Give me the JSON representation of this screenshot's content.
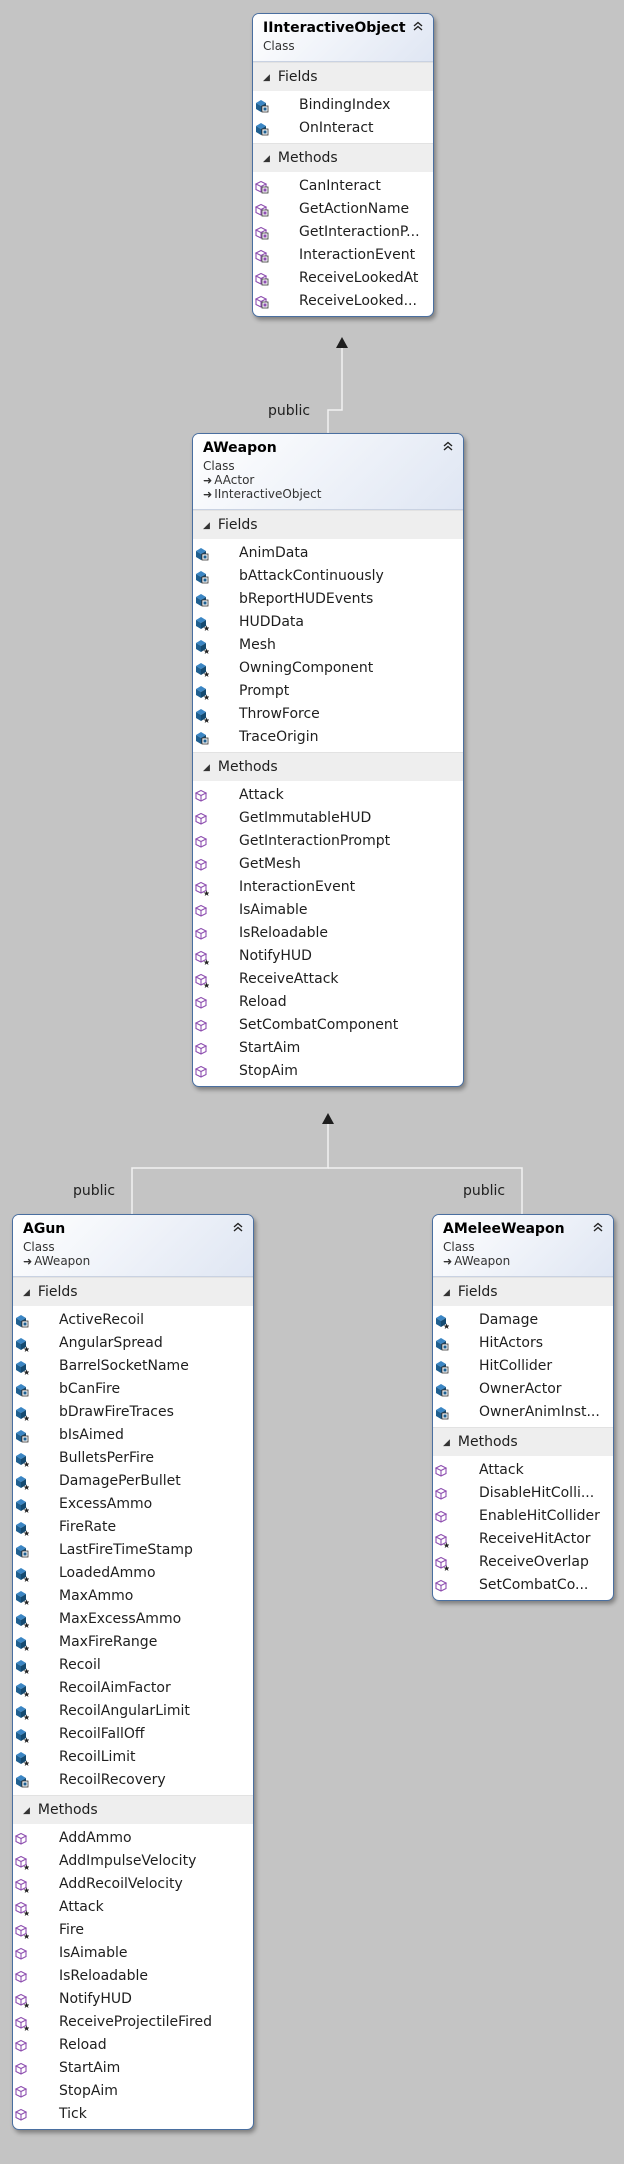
{
  "colors": {
    "background": "#c4c4c4",
    "box_border": "#4a6fa0",
    "field_icon": "#1f5f8f",
    "method_icon": "#8e4fb0",
    "connector": "#f2f2f2"
  },
  "relationships": [
    {
      "from": "AWeapon",
      "to": "IInteractiveObject",
      "label": "public"
    },
    {
      "from": "AGun",
      "to": "AWeapon",
      "label": "public"
    },
    {
      "from": "AMeleeWeapon",
      "to": "AWeapon",
      "label": "public"
    }
  ],
  "classes": {
    "iinteractive": {
      "name": "IInteractiveObject",
      "kind": "Class",
      "bases": [],
      "fields_label": "Fields",
      "methods_label": "Methods",
      "fields": [
        {
          "name": "BindingIndex",
          "icon": "field-icon",
          "access": "protected"
        },
        {
          "name": "OnInteract",
          "icon": "field-icon",
          "access": "protected"
        }
      ],
      "methods": [
        {
          "name": "CanInteract",
          "icon": "method-icon",
          "access": "protected"
        },
        {
          "name": "GetActionName",
          "icon": "method-icon",
          "access": "protected"
        },
        {
          "name": "GetInteractionP...",
          "icon": "method-icon",
          "access": "protected"
        },
        {
          "name": "InteractionEvent",
          "icon": "method-icon",
          "access": "protected"
        },
        {
          "name": "ReceiveLookedAt",
          "icon": "method-icon",
          "access": "protected"
        },
        {
          "name": "ReceiveLooked...",
          "icon": "method-icon",
          "access": "protected"
        }
      ]
    },
    "aweapon": {
      "name": "AWeapon",
      "kind": "Class",
      "bases": [
        "AActor",
        "IInteractiveObject"
      ],
      "fields_label": "Fields",
      "methods_label": "Methods",
      "fields": [
        {
          "name": "AnimData",
          "icon": "field-icon",
          "access": "protected"
        },
        {
          "name": "bAttackContinuously",
          "icon": "field-icon",
          "access": "protected"
        },
        {
          "name": "bReportHUDEvents",
          "icon": "field-icon",
          "access": "protected"
        },
        {
          "name": "HUDData",
          "icon": "field-icon",
          "access": "star"
        },
        {
          "name": "Mesh",
          "icon": "field-icon",
          "access": "star"
        },
        {
          "name": "OwningComponent",
          "icon": "field-icon",
          "access": "star"
        },
        {
          "name": "Prompt",
          "icon": "field-icon",
          "access": "star"
        },
        {
          "name": "ThrowForce",
          "icon": "field-icon",
          "access": "star"
        },
        {
          "name": "TraceOrigin",
          "icon": "field-icon",
          "access": "protected"
        }
      ],
      "methods": [
        {
          "name": "Attack",
          "icon": "method-icon",
          "access": "public"
        },
        {
          "name": "GetImmutableHUD",
          "icon": "method-icon",
          "access": "public"
        },
        {
          "name": "GetInteractionPrompt",
          "icon": "method-icon",
          "access": "public"
        },
        {
          "name": "GetMesh",
          "icon": "method-icon",
          "access": "public"
        },
        {
          "name": "InteractionEvent",
          "icon": "method-icon",
          "access": "star"
        },
        {
          "name": "IsAimable",
          "icon": "method-icon",
          "access": "public"
        },
        {
          "name": "IsReloadable",
          "icon": "method-icon",
          "access": "public"
        },
        {
          "name": "NotifyHUD",
          "icon": "method-icon",
          "access": "star"
        },
        {
          "name": "ReceiveAttack",
          "icon": "method-icon",
          "access": "star"
        },
        {
          "name": "Reload",
          "icon": "method-icon",
          "access": "public"
        },
        {
          "name": "SetCombatComponent",
          "icon": "method-icon",
          "access": "public"
        },
        {
          "name": "StartAim",
          "icon": "method-icon",
          "access": "public"
        },
        {
          "name": "StopAim",
          "icon": "method-icon",
          "access": "public"
        }
      ]
    },
    "agun": {
      "name": "AGun",
      "kind": "Class",
      "bases": [
        "AWeapon"
      ],
      "fields_label": "Fields",
      "methods_label": "Methods",
      "fields": [
        {
          "name": "ActiveRecoil",
          "icon": "field-icon",
          "access": "protected"
        },
        {
          "name": "AngularSpread",
          "icon": "field-icon",
          "access": "star"
        },
        {
          "name": "BarrelSocketName",
          "icon": "field-icon",
          "access": "star"
        },
        {
          "name": "bCanFire",
          "icon": "field-icon",
          "access": "protected"
        },
        {
          "name": "bDrawFireTraces",
          "icon": "field-icon",
          "access": "star"
        },
        {
          "name": "bIsAimed",
          "icon": "field-icon",
          "access": "protected"
        },
        {
          "name": "BulletsPerFire",
          "icon": "field-icon",
          "access": "star"
        },
        {
          "name": "DamagePerBullet",
          "icon": "field-icon",
          "access": "star"
        },
        {
          "name": "ExcessAmmo",
          "icon": "field-icon",
          "access": "star"
        },
        {
          "name": "FireRate",
          "icon": "field-icon",
          "access": "star"
        },
        {
          "name": "LastFireTimeStamp",
          "icon": "field-icon",
          "access": "protected"
        },
        {
          "name": "LoadedAmmo",
          "icon": "field-icon",
          "access": "star"
        },
        {
          "name": "MaxAmmo",
          "icon": "field-icon",
          "access": "star"
        },
        {
          "name": "MaxExcessAmmo",
          "icon": "field-icon",
          "access": "star"
        },
        {
          "name": "MaxFireRange",
          "icon": "field-icon",
          "access": "star"
        },
        {
          "name": "Recoil",
          "icon": "field-icon",
          "access": "star"
        },
        {
          "name": "RecoilAimFactor",
          "icon": "field-icon",
          "access": "star"
        },
        {
          "name": "RecoilAngularLimit",
          "icon": "field-icon",
          "access": "star"
        },
        {
          "name": "RecoilFallOff",
          "icon": "field-icon",
          "access": "star"
        },
        {
          "name": "RecoilLimit",
          "icon": "field-icon",
          "access": "star"
        },
        {
          "name": "RecoilRecovery",
          "icon": "field-icon",
          "access": "protected"
        }
      ],
      "methods": [
        {
          "name": "AddAmmo",
          "icon": "method-icon",
          "access": "public"
        },
        {
          "name": "AddImpulseVelocity",
          "icon": "method-icon",
          "access": "star"
        },
        {
          "name": "AddRecoilVelocity",
          "icon": "method-icon",
          "access": "star"
        },
        {
          "name": "Attack",
          "icon": "method-icon",
          "access": "star"
        },
        {
          "name": "Fire",
          "icon": "method-icon",
          "access": "star"
        },
        {
          "name": "IsAimable",
          "icon": "method-icon",
          "access": "public"
        },
        {
          "name": "IsReloadable",
          "icon": "method-icon",
          "access": "public"
        },
        {
          "name": "NotifyHUD",
          "icon": "method-icon",
          "access": "star"
        },
        {
          "name": "ReceiveProjectileFired",
          "icon": "method-icon",
          "access": "star"
        },
        {
          "name": "Reload",
          "icon": "method-icon",
          "access": "public"
        },
        {
          "name": "StartAim",
          "icon": "method-icon",
          "access": "public"
        },
        {
          "name": "StopAim",
          "icon": "method-icon",
          "access": "public"
        },
        {
          "name": "Tick",
          "icon": "method-icon",
          "access": "public"
        }
      ]
    },
    "amelee": {
      "name": "AMeleeWeapon",
      "kind": "Class",
      "bases": [
        "AWeapon"
      ],
      "fields_label": "Fields",
      "methods_label": "Methods",
      "fields": [
        {
          "name": "Damage",
          "icon": "field-icon",
          "access": "star"
        },
        {
          "name": "HitActors",
          "icon": "field-icon",
          "access": "protected"
        },
        {
          "name": "HitCollider",
          "icon": "field-icon",
          "access": "protected"
        },
        {
          "name": "OwnerActor",
          "icon": "field-icon",
          "access": "protected"
        },
        {
          "name": "OwnerAnimInst...",
          "icon": "field-icon",
          "access": "protected"
        }
      ],
      "methods": [
        {
          "name": "Attack",
          "icon": "method-icon",
          "access": "public"
        },
        {
          "name": "DisableHitColli...",
          "icon": "method-icon",
          "access": "public"
        },
        {
          "name": "EnableHitCollider",
          "icon": "method-icon",
          "access": "public"
        },
        {
          "name": "ReceiveHitActor",
          "icon": "method-icon",
          "access": "star"
        },
        {
          "name": "ReceiveOverlap",
          "icon": "method-icon",
          "access": "star"
        },
        {
          "name": "SetCombatCo...",
          "icon": "method-icon",
          "access": "public"
        }
      ]
    }
  }
}
